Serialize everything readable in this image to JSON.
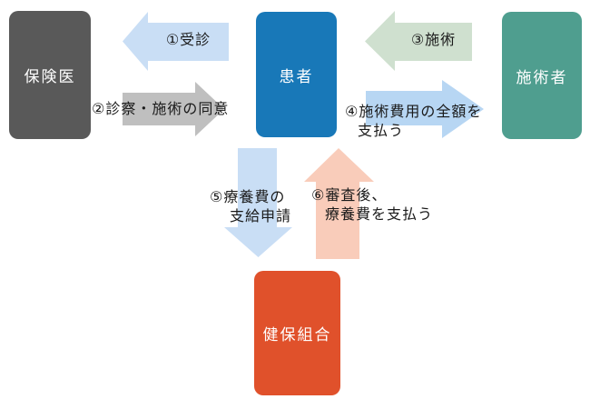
{
  "diagram": {
    "background": "#ffffff",
    "label_color": "#1a1a1a",
    "nodes": [
      {
        "label": "保険医",
        "color": "#595959",
        "text_color": "#ffffff"
      },
      {
        "label": "患者",
        "color": "#1878b8",
        "text_color": "#ffffff"
      },
      {
        "label": "施術者",
        "color": "#4f9e8f",
        "text_color": "#ffffff"
      },
      {
        "label": "健保組合",
        "color": "#e0512b",
        "text_color": "#ffffff"
      }
    ],
    "arrows": [
      {
        "lines": [
          "①受診"
        ],
        "direction": "left",
        "color": "#c9def5"
      },
      {
        "lines": [
          "②診察・施術の同意"
        ],
        "direction": "right",
        "color": "#bfbfbf"
      },
      {
        "lines": [
          "③施術"
        ],
        "direction": "left",
        "color": "#cfe0cf"
      },
      {
        "lines": [
          "④施術費用の全額を",
          "支払う"
        ],
        "direction": "right",
        "color": "#b7d6f3"
      },
      {
        "lines": [
          "⑤療養費の",
          "支給申請"
        ],
        "direction": "down",
        "color": "#c9def5"
      },
      {
        "lines": [
          "⑥審査後、",
          "療養費を支払う"
        ],
        "direction": "up",
        "color": "#f9ccba"
      }
    ]
  }
}
